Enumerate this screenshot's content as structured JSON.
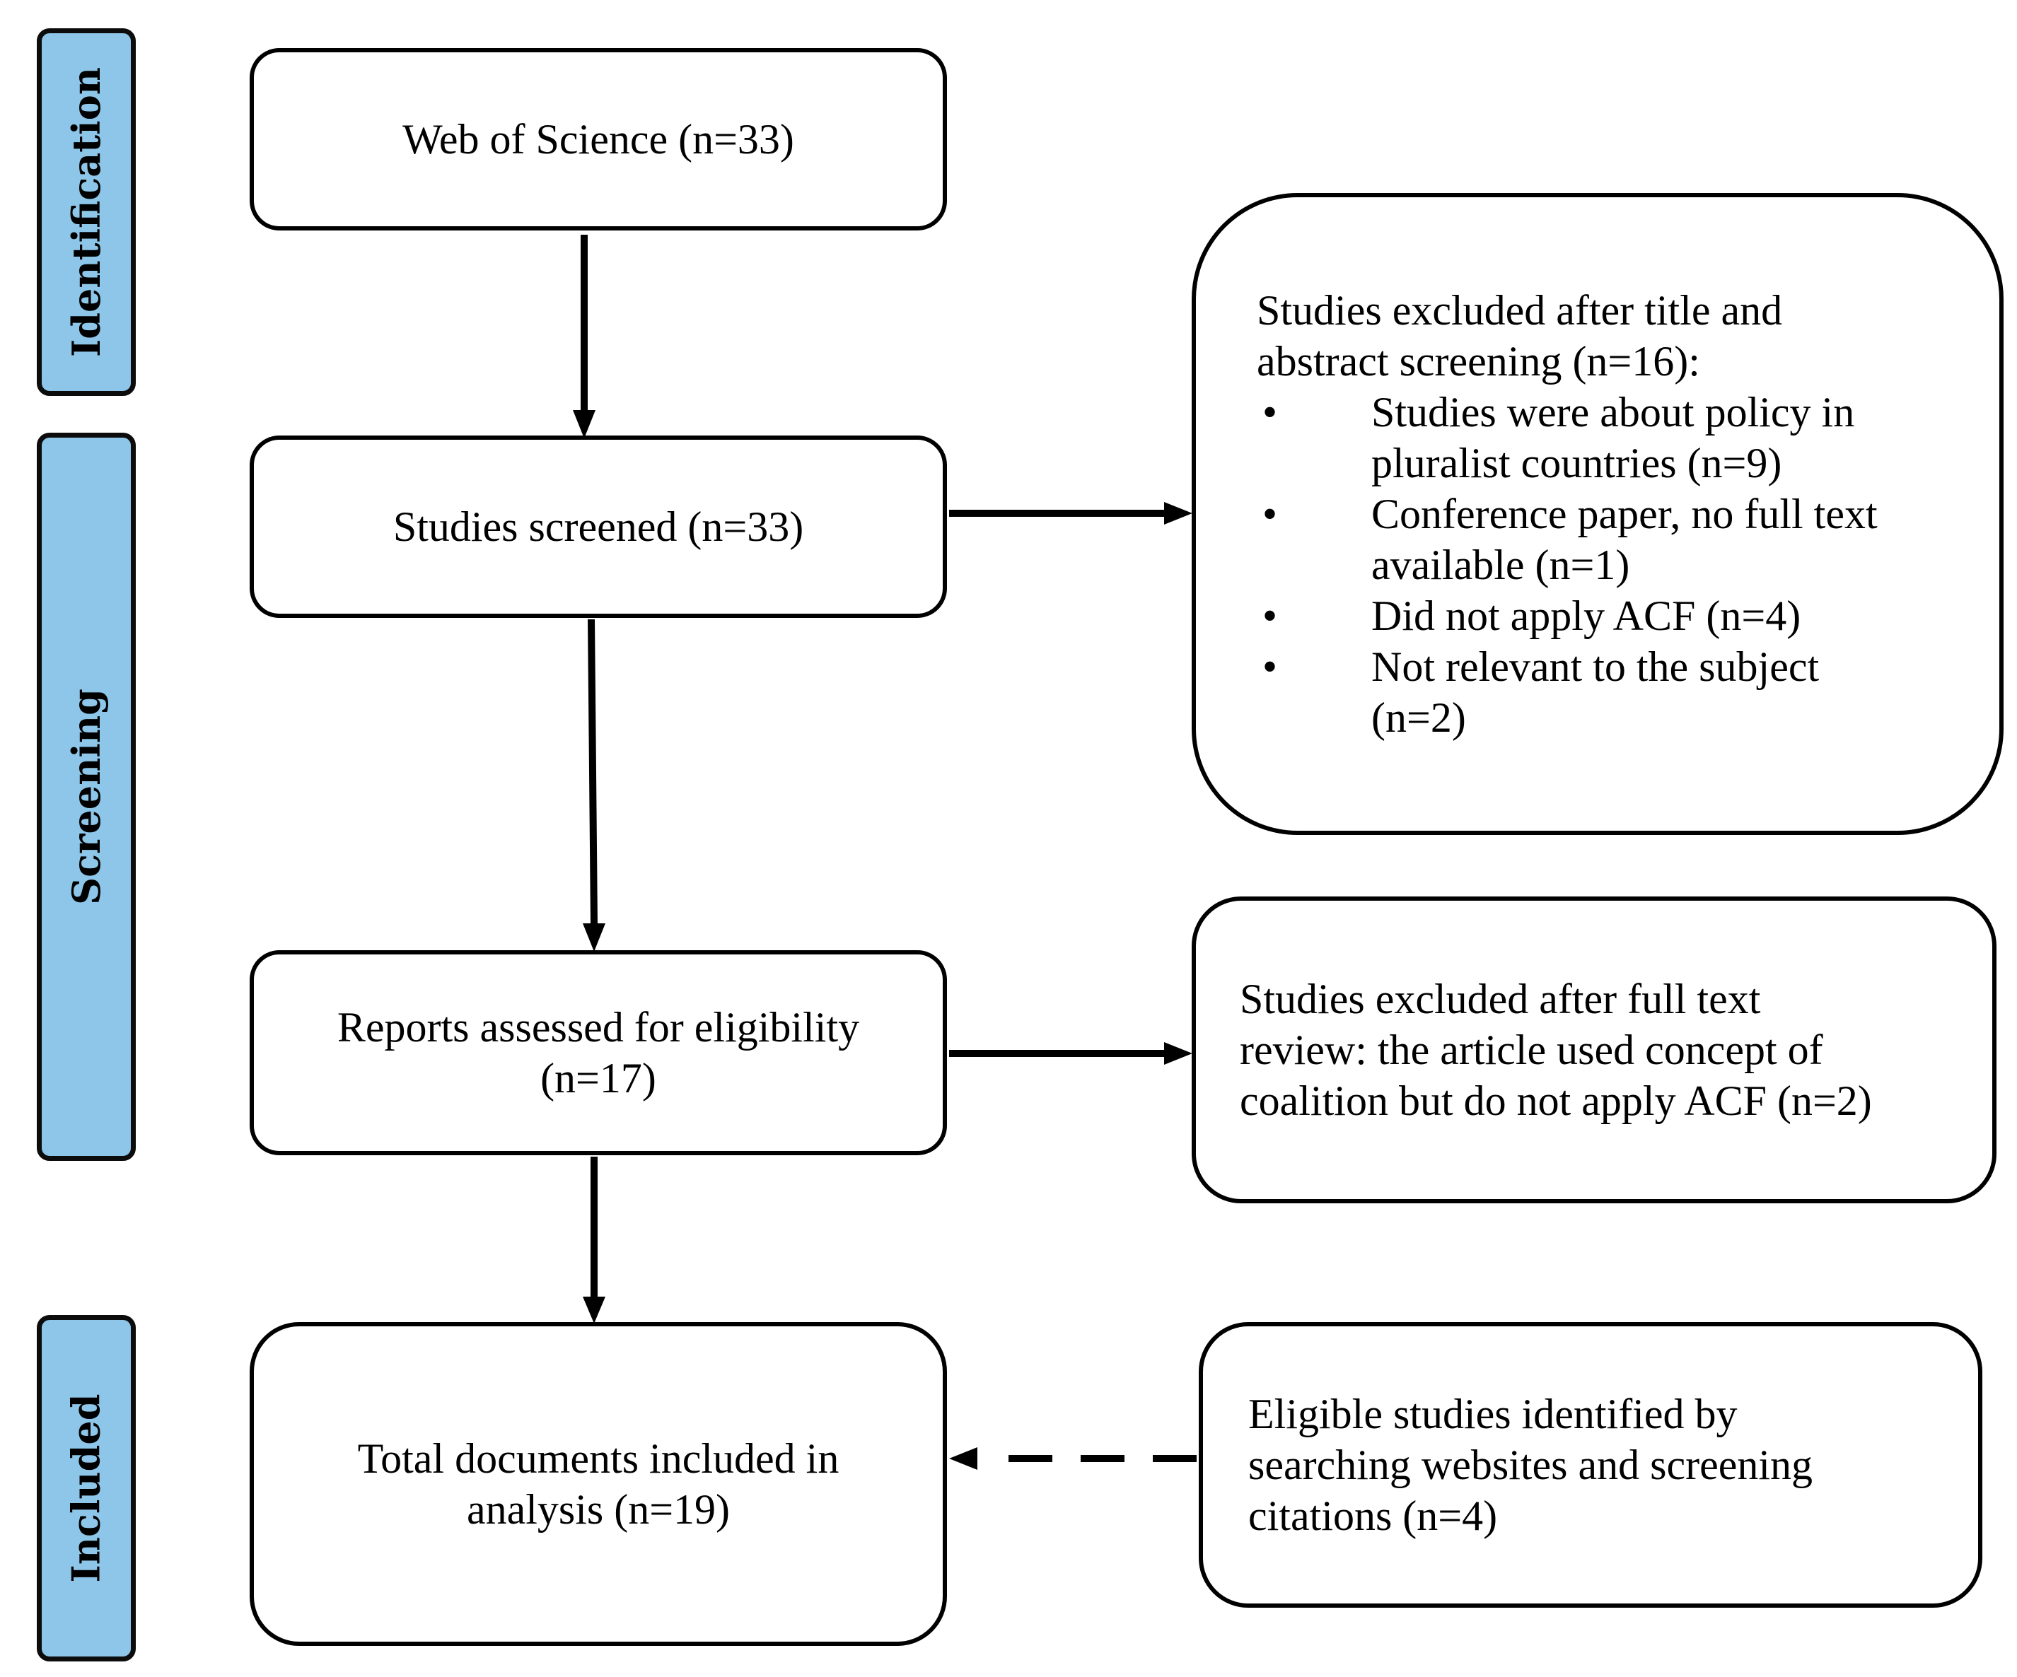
{
  "stages": {
    "identification": "Identification",
    "screening": "Screening",
    "included": "Included"
  },
  "boxes": {
    "web_of_science": "Web of Science (n=33)",
    "studies_screened": "Studies screened (n=33)",
    "reports_assessed": {
      "line1": "Reports assessed for eligibility",
      "line2": "(n=17)"
    },
    "total_included": {
      "line1": "Total documents included in",
      "line2": "analysis (n=19)"
    },
    "excluded_screening": {
      "heading_line1": "Studies excluded after title and",
      "heading_line2": "abstract screening (n=16):",
      "bullet_symbol": "•",
      "items": [
        {
          "line1": "Studies were about policy in",
          "line2": "pluralist countries (n=9)"
        },
        {
          "line1": "Conference paper, no full text",
          "line2": "available (n=1)"
        },
        {
          "line1": "Did not apply ACF (n=4)",
          "line2": ""
        },
        {
          "line1": "Not relevant to the subject",
          "line2": "(n=2)"
        }
      ]
    },
    "excluded_fulltext": {
      "line1": "Studies excluded after full text",
      "line2": "review: the article used concept of",
      "line3": "coalition but do not apply ACF (n=2)"
    },
    "other_sources": {
      "line1": "Eligible studies identified by",
      "line2": "searching websites and screening",
      "line3": "citations (n=4)"
    }
  }
}
